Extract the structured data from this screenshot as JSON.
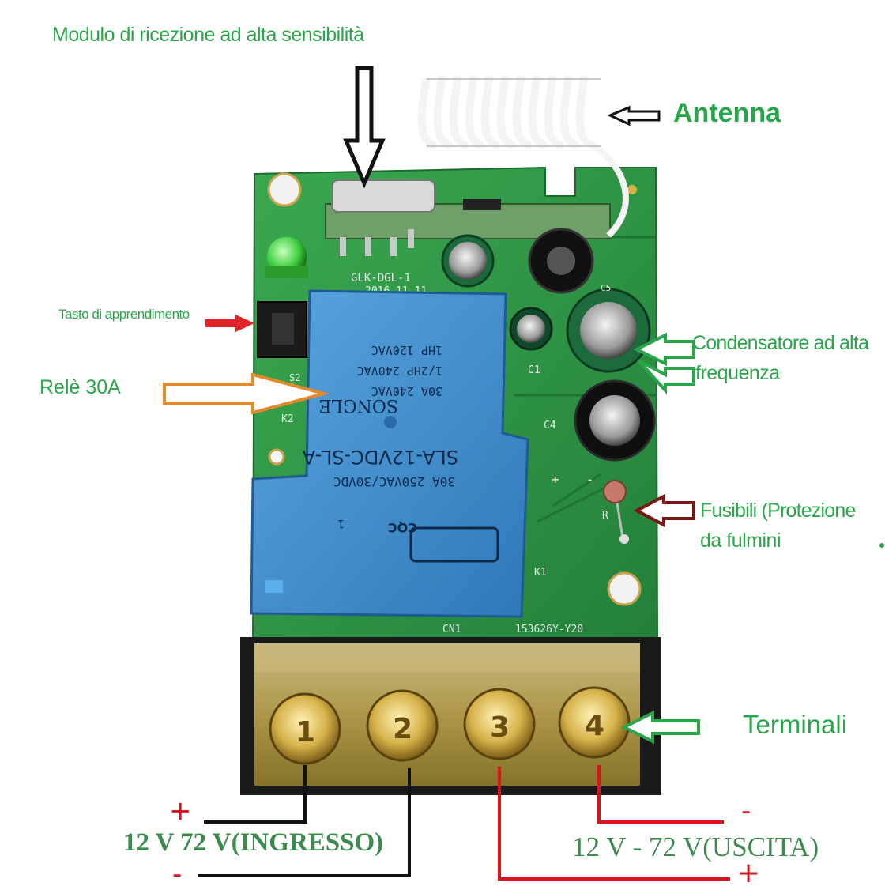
{
  "labels": {
    "module": "Modulo di ricezione ad alta sensibilità",
    "antenna": "Antenna",
    "learn_button": "Tasto di apprendimento",
    "relay": "Relè 30A",
    "capacitor_line1": "Condensatore ad alta",
    "capacitor_line2": "frequenza",
    "fuse_line1": "Fusibili (Protezione",
    "fuse_line2": "da fulmini",
    "terminals": "Terminali",
    "input_label": "12 V 72 V(INGRESSO)",
    "output_label": "12 V - 72 V(USCITA)",
    "in_plus": "+",
    "in_minus": "-",
    "out_minus": "-",
    "out_plus": "+"
  },
  "board": {
    "rf_module_text": "GLK-DGL-1",
    "date_code": "2016.11.11",
    "cap_ref": "C1",
    "cap_ref_c4": "C4",
    "cap_ref_c5": "C5",
    "relay_ref": "K2",
    "relay_ref_k1": "K1",
    "switch_ref": "S2",
    "resistor_ref": "R",
    "connector_ref": "CN1",
    "board_code": "153626Y-Y20",
    "pad_plus": "+",
    "pad_minus": "-"
  },
  "relay_markings": {
    "line1": "30A 240VAC",
    "line2": "1/2HP 240VAC",
    "line3": "1HP 120VAC",
    "line4": "30A 250VAC/30VDC",
    "model": "SLA-12VDC-SL-A",
    "brand": "SONGLE",
    "cqc": "CQC",
    "pin": "1"
  },
  "terminal_numbers": [
    "1",
    "2",
    "3",
    "4"
  ],
  "colors": {
    "label_green": "#2aa64a",
    "pcb_green": "#2f9a43",
    "relay_blue": "#3f8ecf",
    "wire_red": "#d8141b",
    "wire_black": "#111111",
    "arrow_orange": "#e38b2c",
    "arrow_red": "#e0242a",
    "arrow_maroon": "#7a1616"
  },
  "icons": {
    "down_arrow": "black-outline-arrow",
    "left_arrow": "outline-arrow",
    "right_arrow": "outline-arrow"
  }
}
